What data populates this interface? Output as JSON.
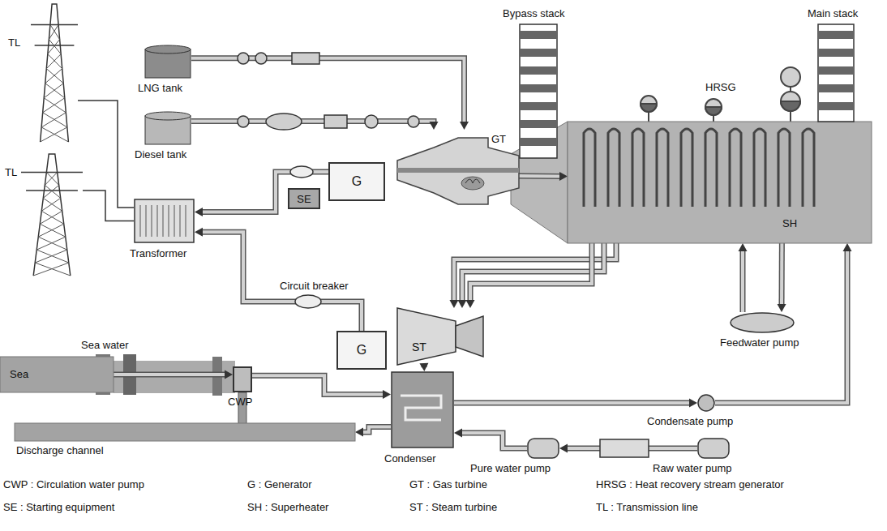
{
  "diagram": {
    "nodes": [
      {
        "text": [
          "LNG tank"
        ]
      },
      {
        "text": [
          "Diesel tank"
        ]
      },
      {
        "text": [
          "GT"
        ]
      },
      {
        "text": [
          "G"
        ]
      },
      {
        "text": [
          "SE"
        ]
      },
      {
        "text": [
          "Bypass stack"
        ]
      },
      {
        "text": [
          "HRSG"
        ]
      },
      {
        "text": [
          "Main stack"
        ]
      },
      {
        "text": [
          "Transformer"
        ]
      },
      {
        "text": [
          "TL"
        ]
      },
      {
        "text": [
          "TL"
        ]
      },
      {
        "text": [
          "ST"
        ]
      },
      {
        "text": [
          "G"
        ]
      },
      {
        "text": [
          "Condenser"
        ]
      },
      {
        "text": [
          "Feedwater pump"
        ]
      },
      {
        "text": [
          "Condensate pump"
        ]
      },
      {
        "text": [
          "Pure water pump"
        ]
      },
      {
        "text": [
          "Raw water pump"
        ]
      },
      {
        "text": [
          "CWP"
        ]
      },
      {
        "text": [
          "Sea"
        ]
      },
      {
        "text": [
          "Discharge channel"
        ]
      }
    ],
    "edges": [
      {
        "from": 0,
        "to": 2,
        "arrow": "to"
      },
      {
        "from": 1,
        "to": 2,
        "arrow": "to"
      },
      {
        "from": 3,
        "to": 8,
        "arrow": "to"
      },
      {
        "from": 12,
        "to": 8,
        "arrow": "to"
      },
      {
        "from": 8,
        "to": 9,
        "arrow": "none"
      },
      {
        "from": 8,
        "to": 10,
        "arrow": "none"
      },
      {
        "from": 2,
        "to": 6,
        "arrow": "to"
      },
      {
        "from": 6,
        "to": 11,
        "arrow": "to"
      },
      {
        "from": 6,
        "to": 11,
        "arrow": "to"
      },
      {
        "from": 6,
        "to": 11,
        "arrow": "to"
      },
      {
        "from": 11,
        "to": 13,
        "arrow": "to"
      },
      {
        "from": 13,
        "to": 15,
        "arrow": "to"
      },
      {
        "from": 15,
        "to": 6,
        "arrow": "to"
      },
      {
        "from": 14,
        "to": 6,
        "arrow": "to"
      },
      {
        "from": 6,
        "to": 14,
        "arrow": "to"
      },
      {
        "from": 17,
        "to": 16,
        "arrow": "to"
      },
      {
        "from": 16,
        "to": 13,
        "arrow": "to"
      },
      {
        "from": 19,
        "to": 18,
        "arrow": "to"
      },
      {
        "from": 18,
        "to": 13,
        "arrow": "to"
      },
      {
        "from": 13,
        "to": 20,
        "arrow": "to"
      }
    ],
    "labels": [
      "Sea water",
      "Circuit breaker",
      "SH",
      "CWP : Circulation water pump",
      "G : Generator",
      "GT : Gas turbine",
      "HRSG : Heat recovery stream generator",
      "SE : Starting equipment",
      "SH : Superheater",
      "ST : Steam turbine",
      "TL : Transmission line"
    ]
  }
}
